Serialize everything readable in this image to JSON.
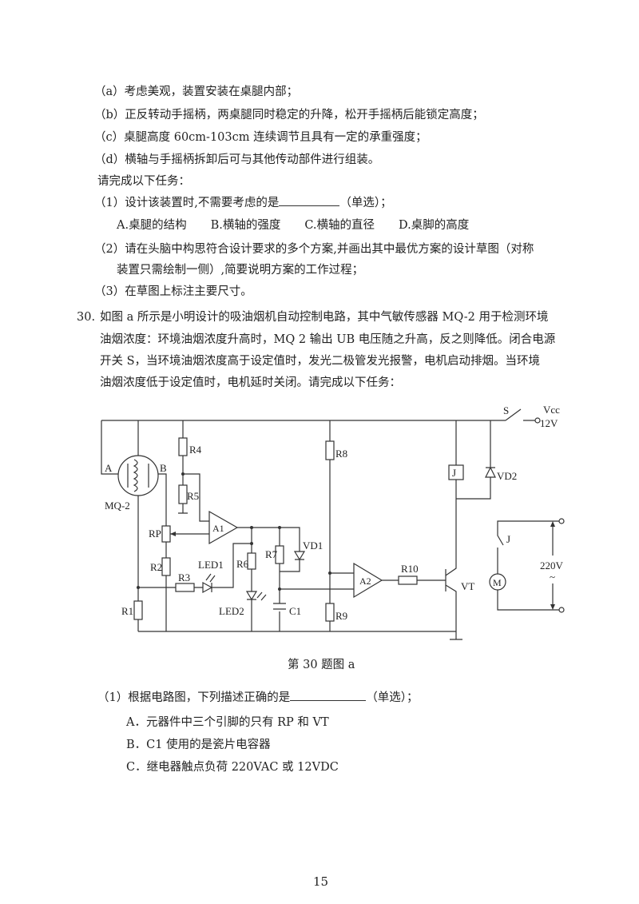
{
  "requirements": [
    "（a）考虑美观，装置安装在桌腿内部；",
    "（b）正反转动手摇柄，两桌腿同时稳定的升降，松开手摇柄后能锁定高度；",
    "（c）桌腿高度 60cm-103cm 连续调节且具有一定的承重强度；",
    "（d）横轴与手摇柄拆卸后可与其他传动部件进行组装。"
  ],
  "task_intro": "请完成以下任务：",
  "q29_1": {
    "prefix": "（1）设计该装置时,不需要考虑的是",
    "suffix": "（单选）；",
    "options": [
      "A.桌腿的结构",
      "B.横轴的强度",
      "C.横轴的直径",
      "D.桌脚的高度"
    ]
  },
  "q29_2": [
    "（2）请在头脑中构思符合设计要求的多个方案,并画出其中最优方案的设计草图（对称",
    "装置只需绘制一侧）,简要说明方案的工作过程；"
  ],
  "q29_3": "（3）在草图上标注主要尺寸。",
  "q30": {
    "number": "30.",
    "lines": [
      "如图 a 所示是小明设计的吸油烟机自动控制电路，其中气敏传感器 MQ-2 用于检测环境",
      "油烟浓度：环境油烟浓度升高时，MQ 2 输出 UB 电压随之升高，反之则降低。闭合电源",
      "开关 S，当环境油烟浓度高于设定值时，发光二极管发光报警，电机启动排烟。当环境",
      "油烟浓度低于设定值时，电机延时关闭。请完成以下任务："
    ],
    "caption": "第 30 题图 a",
    "q1": {
      "prefix": "（1）根据电路图，下列描述正确的是",
      "suffix": "（单选）；",
      "options": [
        "A．元器件中三个引脚的只有 RP 和 VT",
        "B．C1 使用的是瓷片电容器",
        "C．继电器触点负荷 220VAC 或 12VDC"
      ]
    }
  },
  "circuit": {
    "A": "A",
    "B": "B",
    "MQ2": "MQ-2",
    "R1": "R1",
    "R2": "R2",
    "R3": "R3",
    "R4": "R4",
    "R5": "R5",
    "R6": "R6",
    "R7": "R7",
    "R8": "R8",
    "R9": "R9",
    "R10": "R10",
    "RP": "RP",
    "A1": "A1",
    "A2": "A2",
    "LED1": "LED1",
    "LED2": "LED2",
    "VD1": "VD1",
    "VD2": "VD2",
    "C1": "C1",
    "J": "J",
    "VT": "VT",
    "S": "S",
    "Vcc": "Vcc",
    "V12": "12V",
    "M": "M",
    "V220": "220V",
    "tilde": "~"
  },
  "page_number": "15"
}
